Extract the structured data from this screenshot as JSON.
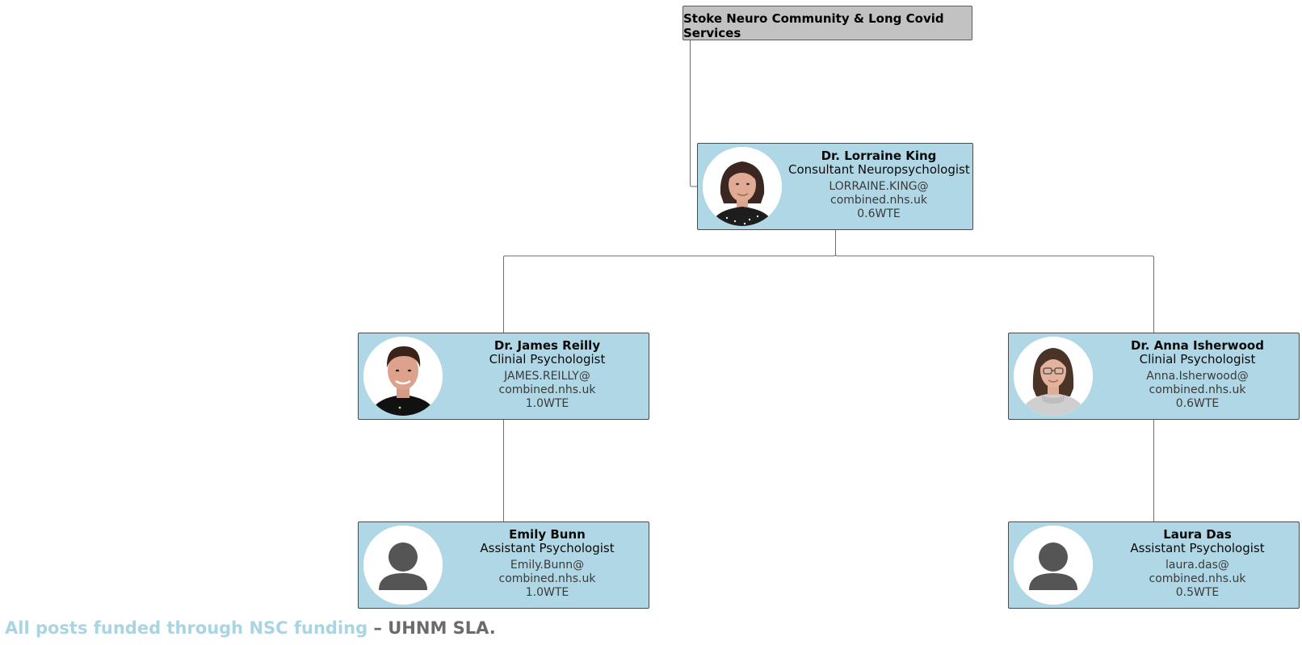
{
  "org_chart": {
    "root": {
      "label": "Stoke Neuro Community & Long Covid Services"
    },
    "nodes": [
      {
        "id": "lorraine",
        "name": "Dr. Lorraine King",
        "role": "Consultant Neuropsychologist",
        "email_line1": "LORRAINE.KING@",
        "email_line2": "combined.nhs.uk",
        "wte": "0.6WTE",
        "avatar": "photo-woman-dark-hair-icon"
      },
      {
        "id": "james",
        "name": "Dr. James Reilly",
        "role": "Clinial Psychologist",
        "email_line1": "JAMES.REILLY@",
        "email_line2": "combined.nhs.uk",
        "wte": "1.0WTE",
        "avatar": "photo-man-short-hair-icon"
      },
      {
        "id": "anna",
        "name": "Dr. Anna Isherwood",
        "role": "Clinial Psychologist",
        "email_line1": "Anna.Isherwood@",
        "email_line2": "combined.nhs.uk",
        "wte": "0.6WTE",
        "avatar": "photo-woman-glasses-icon"
      },
      {
        "id": "emily",
        "name": "Emily Bunn",
        "role": "Assistant Psychologist",
        "email_line1": "Emily.Bunn@",
        "email_line2": "combined.nhs.uk",
        "wte": "1.0WTE",
        "avatar": "person-placeholder-icon"
      },
      {
        "id": "laura",
        "name": "Laura Das",
        "role": "Assistant Psychologist",
        "email_line1": "laura.das@",
        "email_line2": "combined.nhs.uk",
        "wte": "0.5WTE",
        "avatar": "person-placeholder-icon"
      }
    ]
  },
  "footer": {
    "funding_text": "All posts funded through NSC funding",
    "sla_text": " – UHNM SLA."
  },
  "colors": {
    "card_fill": "#b0d7e6",
    "root_fill": "#c2c2c2",
    "connector": "#6e6e6e",
    "footer_highlight": "#a9d4e2",
    "footer_dark": "#6b6b6b"
  }
}
